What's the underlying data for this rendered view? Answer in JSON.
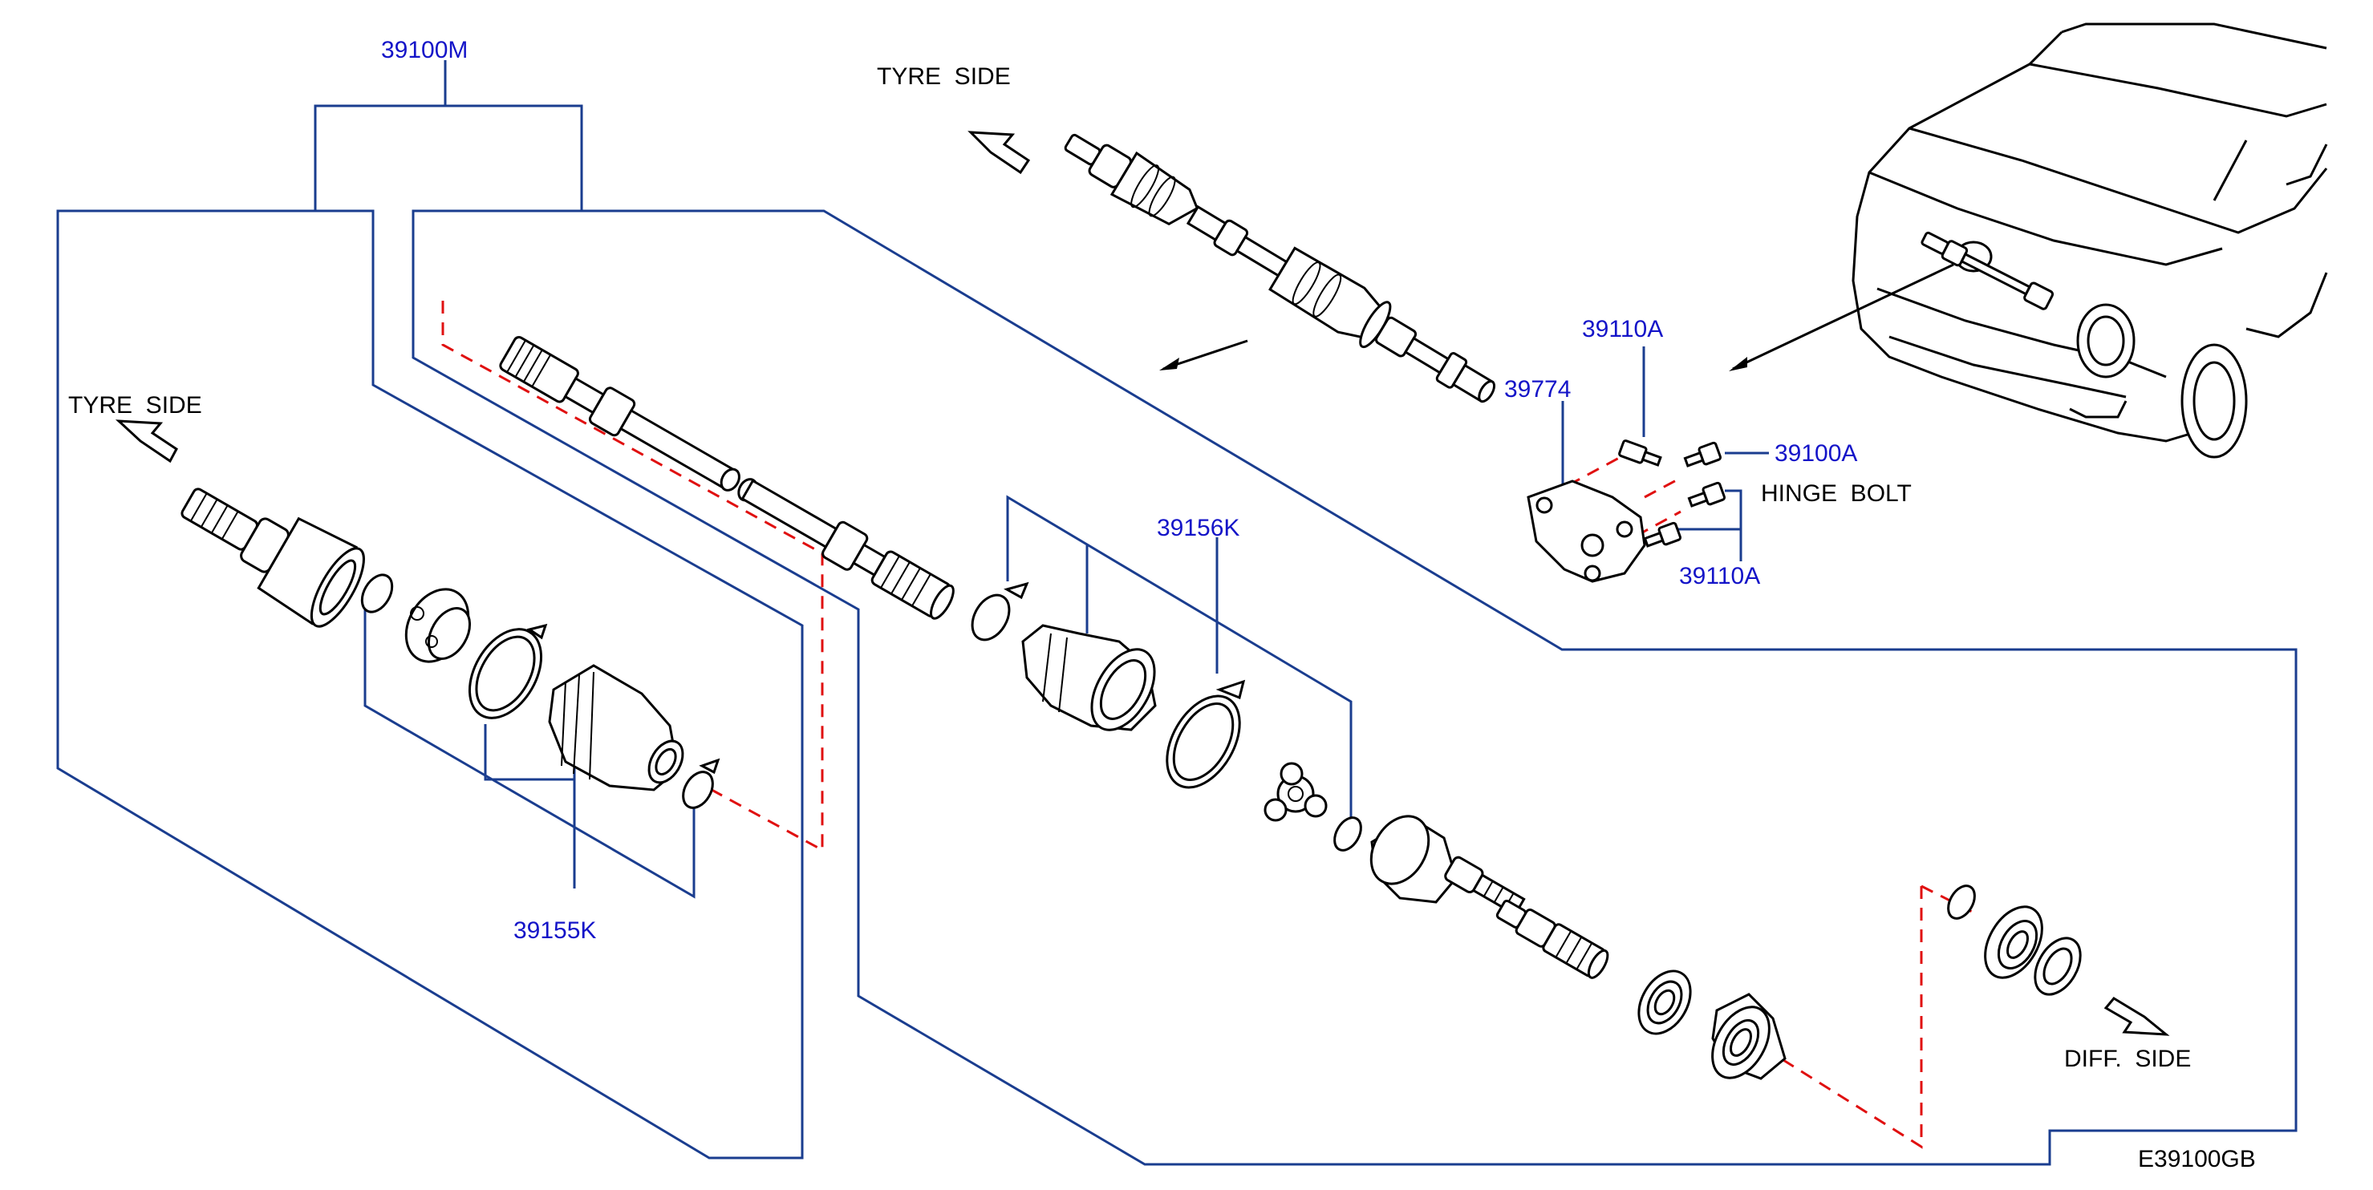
{
  "diagram": {
    "part_numbers": {
      "assembly": "39100M",
      "outer_boot_kit": "39155K",
      "inner_boot_kit": "39156K",
      "bracket": "39774",
      "bolt_upper": "39110A",
      "bolt_side": "39100A",
      "bolt_lower": "39110A"
    },
    "labels": {
      "tyre_side_top": "TYRE  SIDE",
      "tyre_side_left": "TYRE  SIDE",
      "diff_side": "DIFF.  SIDE",
      "hinge_bolt": "HINGE  BOLT"
    },
    "drawing_code": "E39100GB",
    "colors": {
      "callout_text": "#1414c8",
      "leader_lines": "#1a3d8f",
      "connection_dashes": "#e01010",
      "part_outline": "#000000"
    }
  }
}
